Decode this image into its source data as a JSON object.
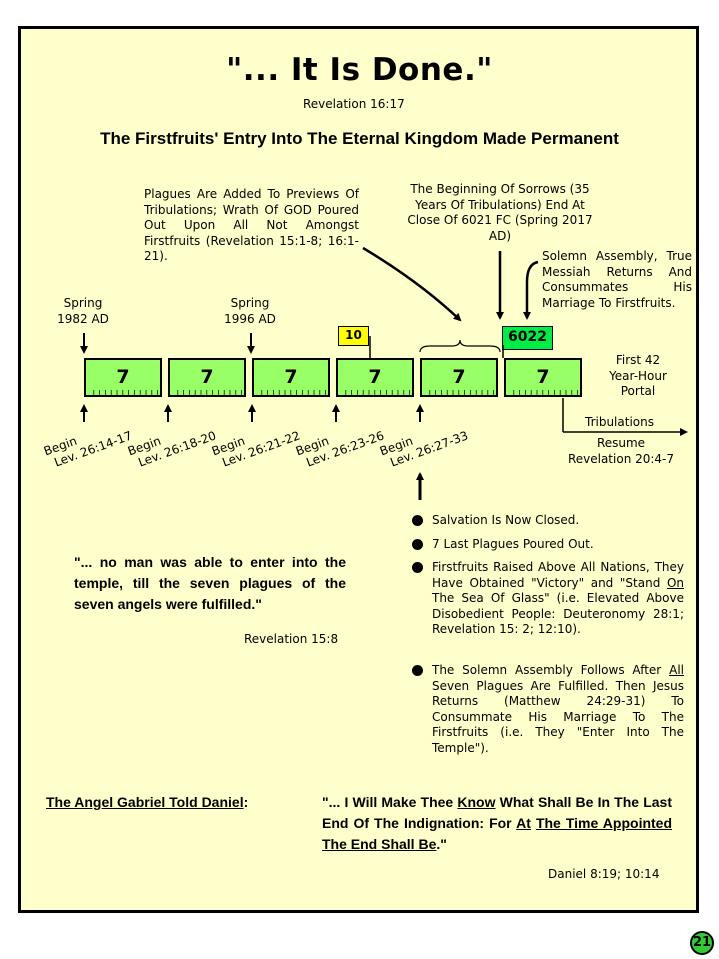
{
  "title": "\"... It Is Done.\"",
  "title_ref": "Revelation 16:17",
  "subtitle": "The Firstfruits' Entry Into The Eternal Kingdom Made Permanent",
  "note_plagues": "Plagues Are Added To Previews Of Tribulations; Wrath Of GOD Poured Out Upon All Not Amongst Firstfruits (Revelation 15:1-8; 16:1-21).",
  "note_sorrows": "The Beginning Of Sorrows (35 Years Of Tribulations) End At Close Of 6021 FC (Spring 2017 AD)",
  "note_assembly": "Solemn Assembly, True Messiah Returns And Consummates His Marriage To Firstfruits.",
  "spring1982": [
    "Spring",
    "1982 AD"
  ],
  "spring1996": [
    "Spring",
    "1996 AD"
  ],
  "badge_10": "10",
  "badge_6022": "6022",
  "blocks": [
    "7",
    "7",
    "7",
    "7",
    "7",
    "7"
  ],
  "portal": [
    "First 42",
    "Year-Hour",
    "Portal"
  ],
  "begin_labels": [
    {
      "begin": "Begin",
      "ref": "Lev. 26:14-17"
    },
    {
      "begin": "Begin",
      "ref": "Lev. 26:18-20"
    },
    {
      "begin": "Begin",
      "ref": "Lev. 26:21-22"
    },
    {
      "begin": "Begin",
      "ref": "Lev. 26:23-26"
    },
    {
      "begin": "Begin",
      "ref": "Lev. 26:27-33"
    }
  ],
  "tribulations": "Tribulations",
  "resume": [
    "Resume",
    "Revelation 20:4-7"
  ],
  "bullets": {
    "b1": "Salvation Is Now Closed.",
    "b2": "7 Last Plagues Poured Out.",
    "b3_pre": "Firstfruits Raised Above All Nations, They Have Obtained \"Victory\" and \"Stand ",
    "b3_on": "On",
    "b3_post": " The Sea Of Glass\" (i.e. Elevated Above Disobedient People: Deuteronomy 28:1; Revelation 15: 2; 12:10).",
    "b4_pre": "The Solemn Assembly Follows After ",
    "b4_all": "All",
    "b4_post": " Seven Plagues Are Fulfilled.  Then Jesus Returns (Matthew 24:29-31) To Consummate His Marriage To The Firstfruits (i.e. They \"Enter Into The Temple\")."
  },
  "quote": "\"... no man was able to enter into the temple, till the seven plagues of the seven angels were fulfilled.\"",
  "quote_ref": "Revelation 15:8",
  "gabriel_label": "The Angel Gabriel Told Daniel",
  "gabriel_colon": ":",
  "daniel": {
    "p1": "\"... I Will Make Thee ",
    "know": "Know",
    "p2": " What Shall Be In The Last End Of The Indignation:  For ",
    "at": "At",
    "sp": " ",
    "appointed": "The Time Appointed The End Shall Be",
    "end": ".\""
  },
  "daniel_ref": "Daniel 8:19;  10:14",
  "page_number": "21",
  "colors": {
    "background": "#ffffcc",
    "block_fill": "#99ff66",
    "badge_10": "#ffff00",
    "badge_6022": "#00ee44",
    "page_badge": "#33cc33"
  }
}
